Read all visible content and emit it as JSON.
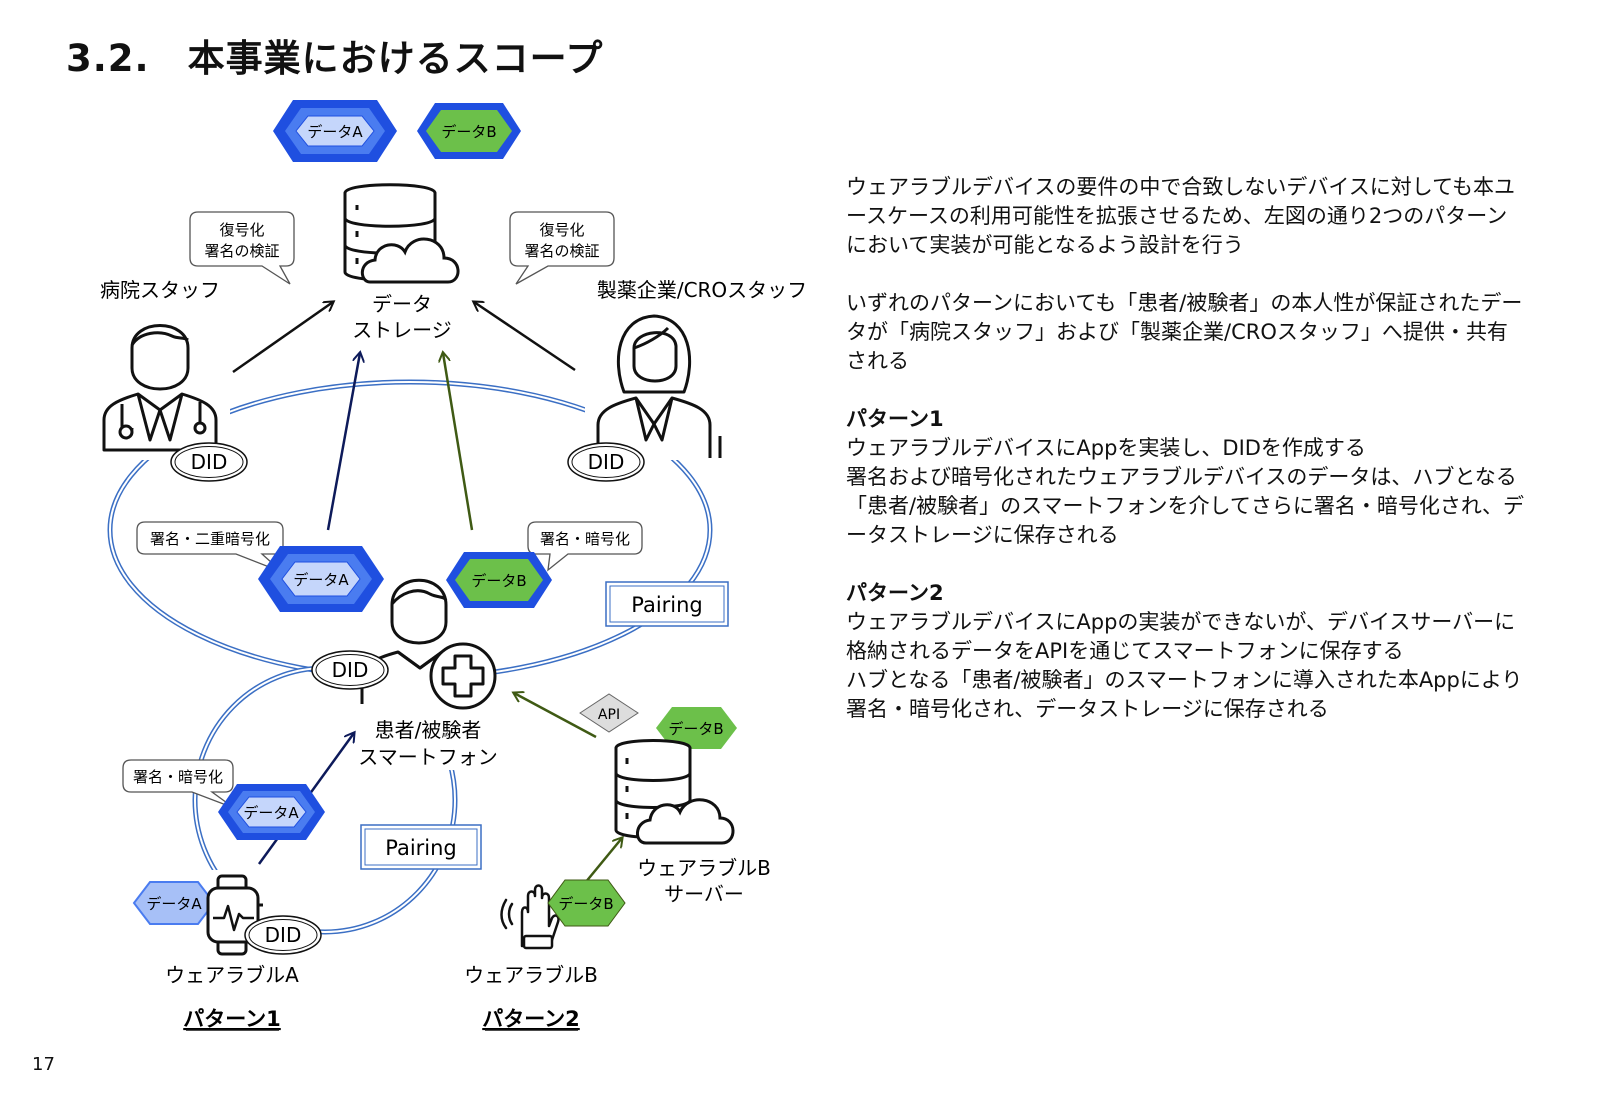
{
  "title": "3.2.　本事業におけるスコープ",
  "page_number": "17",
  "labels": {
    "storage": [
      "データ",
      "ストレージ"
    ],
    "hospital_staff": "病院スタッフ",
    "pharma_staff": "製薬企業/CROスタッフ",
    "patient": [
      "患者/被験者",
      "スマートフォン"
    ],
    "wearable_a": "ウェアラブルA",
    "wearable_b": "ウェアラブルB",
    "wearable_b_server": [
      "ウェアラブルB",
      "サーバー"
    ],
    "pattern1": "パターン1",
    "pattern2": "パターン2",
    "did": "DID",
    "pairing": "Pairing",
    "api": "API",
    "data_a": "データA",
    "data_b": "データB"
  },
  "bubbles": {
    "verify_left": [
      "復号化",
      "署名の検証"
    ],
    "verify_right": [
      "復号化",
      "署名の検証"
    ],
    "sign_double": "署名・二重暗号化",
    "sign_encrypt_b": "署名・暗号化",
    "sign_encrypt_a": "署名・暗号化"
  },
  "colors": {
    "data_a_dark": "#1f4fe0",
    "data_a_mid": "#4a7cf0",
    "data_a_light": "#c5d6fb",
    "data_b_green": "#6cc04a",
    "data_b_blue": "#1f4fe0",
    "arrow_navy": "#0d1a5a",
    "arrow_olive": "#3f5a14",
    "ring_blue": "#3b6fc4"
  },
  "description": {
    "intro": "ウェアラブルデバイスの要件の中で合致しないデバイスに対しても本ユースケースの利用可能性を拡張させるため、左図の通り2つのパターンにおいて実装が可能となるよう設計を行う",
    "summary": "いずれのパターンにおいても「患者/被験者」の本人性が保証されたデータが「病院スタッフ」および「製薬企業/CROスタッフ」へ提供・共有される",
    "pattern1_title": "パターン1",
    "pattern1_line1": "ウェアラブルデバイスにAppを実装し、DIDを作成する",
    "pattern1_line2": "署名および暗号化されたウェアラブルデバイスのデータは、ハブとなる「患者/被験者」のスマートフォンを介してさらに署名・暗号化され、データストレージに保存される",
    "pattern2_title": "パターン2",
    "pattern2_line1": "ウェアラブルデバイスにAppの実装ができないが、デバイスサーバーに格納されるデータをAPIを通じてスマートフォンに保存する",
    "pattern2_line2": "ハブとなる「患者/被験者」のスマートフォンに導入された本Appにより署名・暗号化され、データストレージに保存される"
  }
}
